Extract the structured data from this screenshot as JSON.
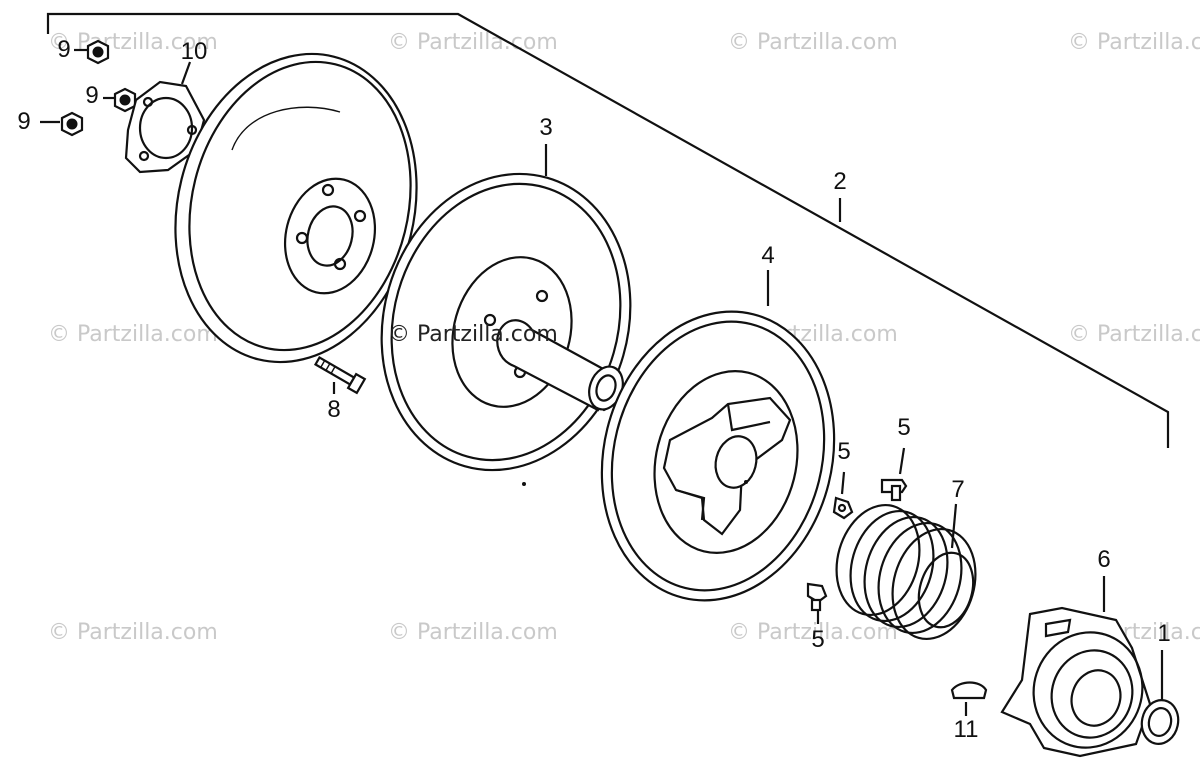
{
  "watermark": {
    "text": "© Partzilla.com",
    "center_text": "© Partzilla.com"
  },
  "callouts": [
    "9",
    "9",
    "9",
    "10",
    "3",
    "2",
    "4",
    "8",
    "5",
    "5",
    "7",
    "5",
    "6",
    "1",
    "11"
  ],
  "colors": {
    "ink": "#111111",
    "watermark": "#c9c9c9",
    "background": "#ffffff"
  }
}
